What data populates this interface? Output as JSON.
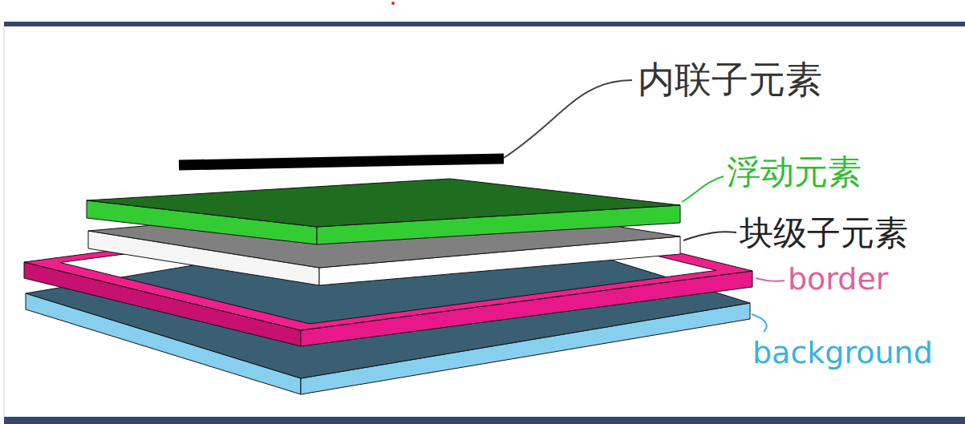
{
  "diagram": {
    "labels": [
      "内联子元素",
      "浮动元素",
      "块级子元素",
      "border",
      "background"
    ]
  }
}
